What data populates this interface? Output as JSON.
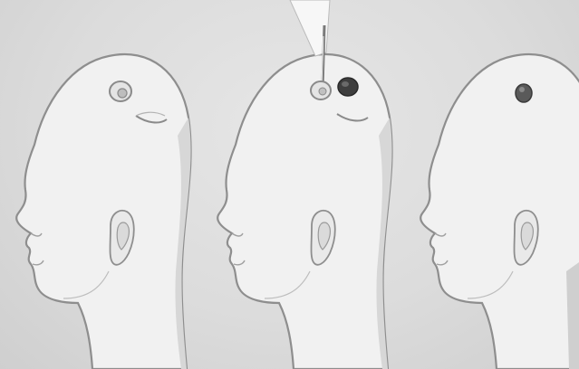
{
  "illustration": {
    "panels": [
      {
        "step": 1,
        "scene": "head-with-marked-implant-site"
      },
      {
        "step": 2,
        "scene": "robotic-needle-inserting-implant"
      },
      {
        "step": 3,
        "scene": "implant-in-place"
      }
    ],
    "colors": {
      "background": "#d9d9d9",
      "skin": "#f1f1f1",
      "outline": "#8e8e8e",
      "shadow": "#c4c4c4",
      "implant": "#5a5a5a",
      "needle_beam": "#f7f7f7"
    }
  }
}
